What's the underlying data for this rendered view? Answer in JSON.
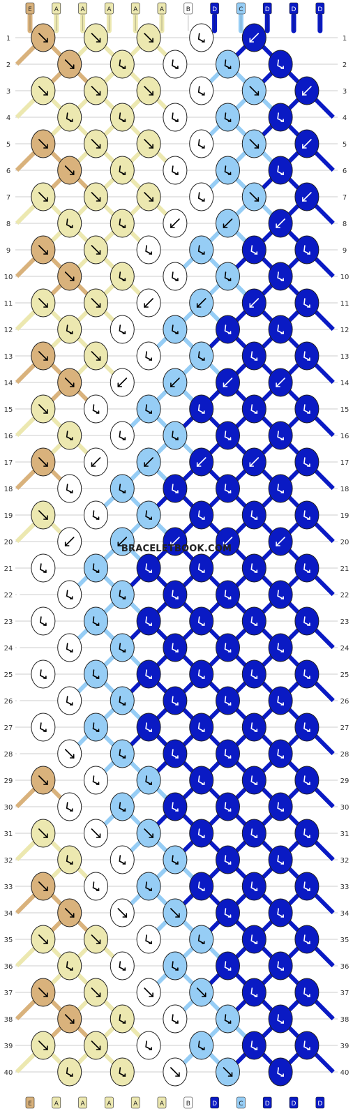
{
  "watermark": "BRACELETBOOK.COM",
  "strand_labels": [
    "E",
    "A",
    "A",
    "A",
    "A",
    "A",
    "B",
    "D",
    "C",
    "D",
    "D",
    "D"
  ],
  "row_count": 40,
  "colors": {
    "E": "#d9b27c",
    "A": "#ece8b0",
    "B": "#ffffff",
    "C": "#96cdf5",
    "D": "#0a1ac4",
    "outline": "#222222",
    "gridline": "#cccccc",
    "number": "#333333"
  },
  "knot_rows": [
    "E-R A-R A-R B-F D-L",
    "E-R A-F B-F C-F D-F",
    "A-R A-R A-R B-F C-R D-L",
    "A-F A-F B-F C-F D-F",
    "E-R A-R A-R B-F C-R D-L",
    "E-R A-F B-F C-F D-F",
    "A-R A-R A-R B-F C-R D-L",
    "A-F A-F B-L C-L D-L",
    "E-R A-R B-F C-F D-F D-F",
    "E-R A-F B-F C-F D-F",
    "A-R A-R B-L C-L D-L D-F",
    "A-F B-F C-F D-F D-F",
    "E-R A-R B-F C-F D-F D-F",
    "E-R B-L C-L D-L D-L",
    "A-R B-F C-F D-F D-F D-F",
    "A-F B-F C-F D-F D-F",
    "E-R B-L C-L D-L D-L D-F",
    "B-F C-F D-F D-F D-F",
    "A-R B-F C-F D-F D-F D-F",
    "B-L C-L D-L D-L D-L",
    "B-F C-F D-F D-F D-F D-F",
    "B-F C-F D-F D-F D-F",
    "B-F C-F D-F D-F D-F D-F",
    "B-F C-F D-F D-F D-F",
    "B-F C-F D-F D-F D-F D-F",
    "B-F C-F D-F D-F D-F",
    "B-F C-F D-F D-F D-F D-F",
    "B-R C-F D-F D-F D-F",
    "E-R B-F C-F D-F D-F D-F",
    "B-F C-F D-F D-F D-F",
    "A-R B-R C-R D-F D-F D-F",
    "A-F B-F C-F D-F D-F",
    "E-R B-F C-F D-F D-F D-F",
    "E-R B-R C-R D-F D-F",
    "A-R A-R B-F C-F D-F D-F",
    "A-F B-F C-F D-F D-F",
    "E-R A-R B-R C-R D-F D-F",
    "E-R A-F B-F C-F D-F",
    "A-R A-R B-F C-F D-F D-F",
    "A-F A-F B-R C-R D-F"
  ]
}
